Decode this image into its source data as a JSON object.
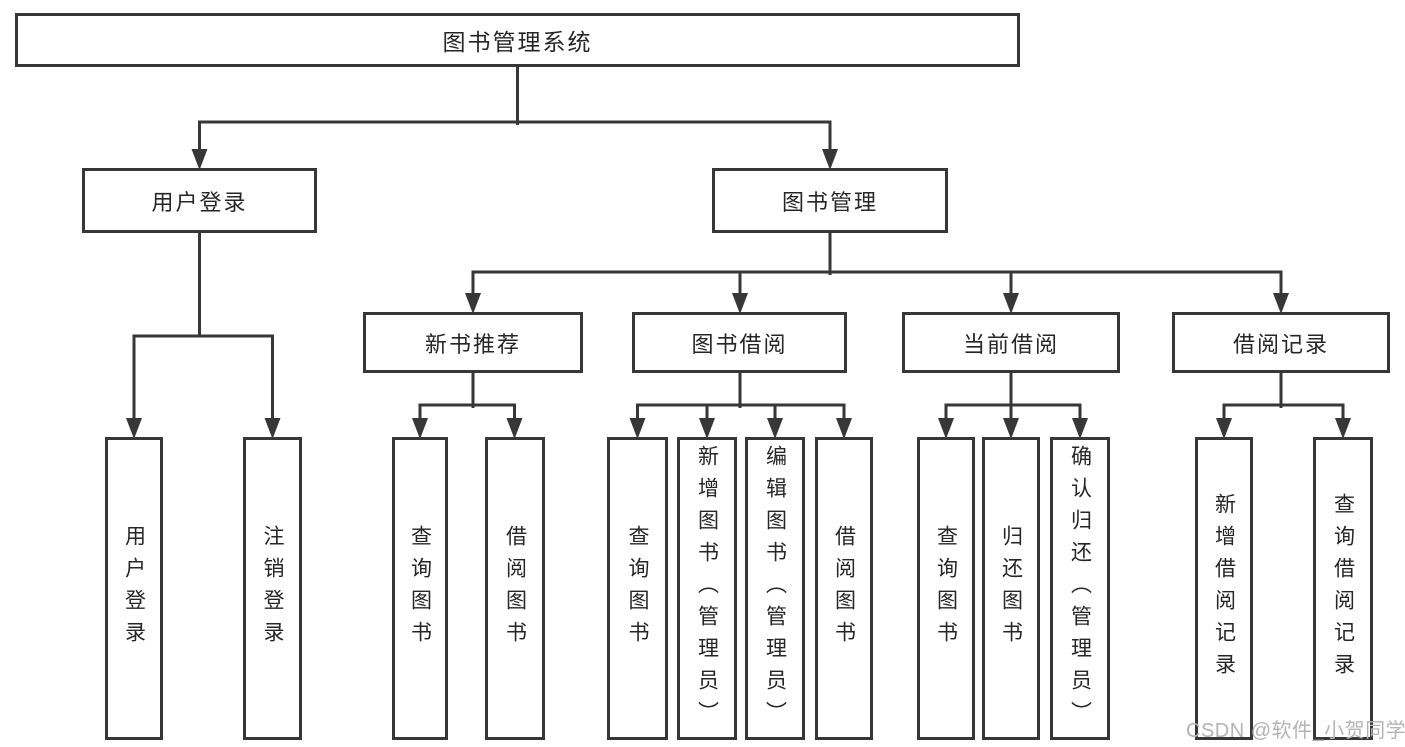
{
  "diagram": {
    "root": {
      "label": "图书管理系统"
    },
    "user_login": {
      "label": "用户登录",
      "children": [
        {
          "label": "用户登录"
        },
        {
          "label": "注销登录"
        }
      ]
    },
    "book_mgmt": {
      "label": "图书管理",
      "groups": [
        {
          "label": "新书推荐",
          "children": [
            {
              "label": "查询图书"
            },
            {
              "label": "借阅图书"
            }
          ]
        },
        {
          "label": "图书借阅",
          "children": [
            {
              "label": "查询图书"
            },
            {
              "label": "新增图书（管理员）"
            },
            {
              "label": "编辑图书（管理员）"
            },
            {
              "label": "借阅图书"
            }
          ]
        },
        {
          "label": "当前借阅",
          "children": [
            {
              "label": "查询图书"
            },
            {
              "label": "归还图书"
            },
            {
              "label": "确认归还（管理员）"
            }
          ]
        },
        {
          "label": "借阅记录",
          "children": [
            {
              "label": "新增借阅记录"
            },
            {
              "label": "查询借阅记录"
            }
          ]
        }
      ]
    }
  },
  "watermark": {
    "text": "CSDN @软件_小贺同学"
  },
  "colors": {
    "line": "#373737",
    "text": "#262626",
    "background": "#ffffff",
    "watermark": "#b4b4b4"
  }
}
